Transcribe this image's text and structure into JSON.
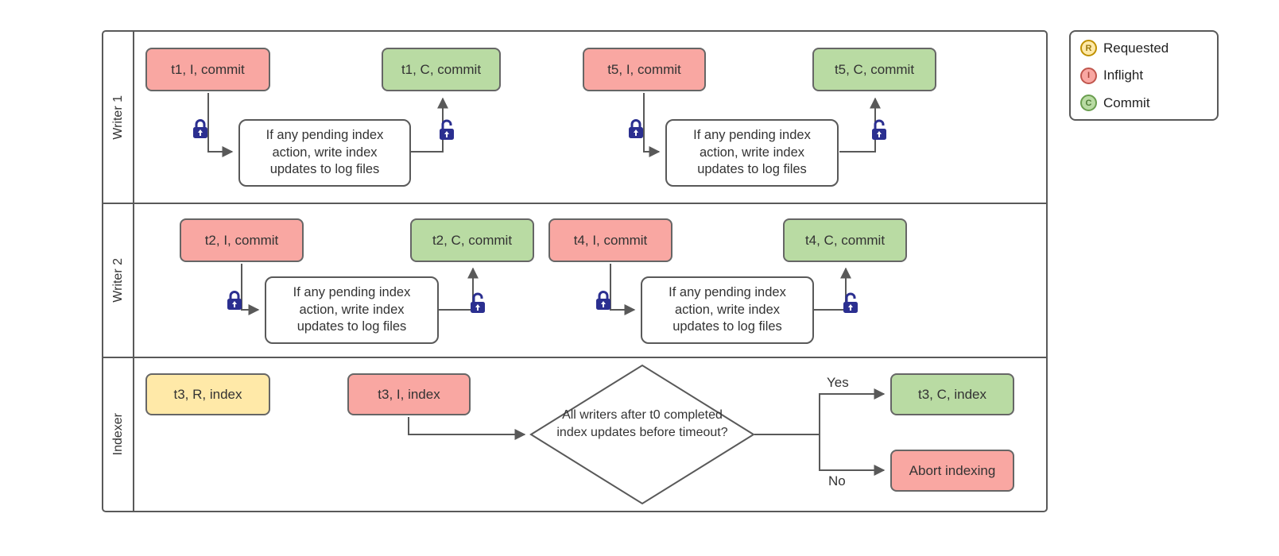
{
  "lanes": {
    "writer1": "Writer 1",
    "writer2": "Writer 2",
    "indexer": "Indexer"
  },
  "nodes": {
    "t1_i": "t1, I, commit",
    "t1_c": "t1, C, commit",
    "t5_i": "t5, I, commit",
    "t5_c": "t5, C, commit",
    "t2_i": "t2, I, commit",
    "t2_c": "t2, C, commit",
    "t4_i": "t4, I, commit",
    "t4_c": "t4, C, commit",
    "t3_r": "t3, R, index",
    "t3_i": "t3, I, index",
    "t3_c": "t3, C, index",
    "abort": "Abort indexing",
    "process": "If any pending index action, write index updates to log files",
    "decision": "All writers after t0 completed index updates before timeout?"
  },
  "branches": {
    "yes": "Yes",
    "no": "No"
  },
  "legend": {
    "items": [
      {
        "letter": "R",
        "label": "Requested",
        "fill": "#ffe9a8",
        "border": "#bf9000"
      },
      {
        "letter": "I",
        "label": "Inflight",
        "fill": "#f9a7a2",
        "border": "#c0564d"
      },
      {
        "letter": "C",
        "label": "Commit",
        "fill": "#b9dba3",
        "border": "#6a9e4f"
      }
    ]
  },
  "colors": {
    "inflight_fill": "#f9a7a2",
    "commit_fill": "#b9dba3",
    "requested_fill": "#ffe9a8",
    "node_stroke": "#666666",
    "frame_stroke": "#595959",
    "arrow": "#595959",
    "lock": "#2b2f90"
  }
}
